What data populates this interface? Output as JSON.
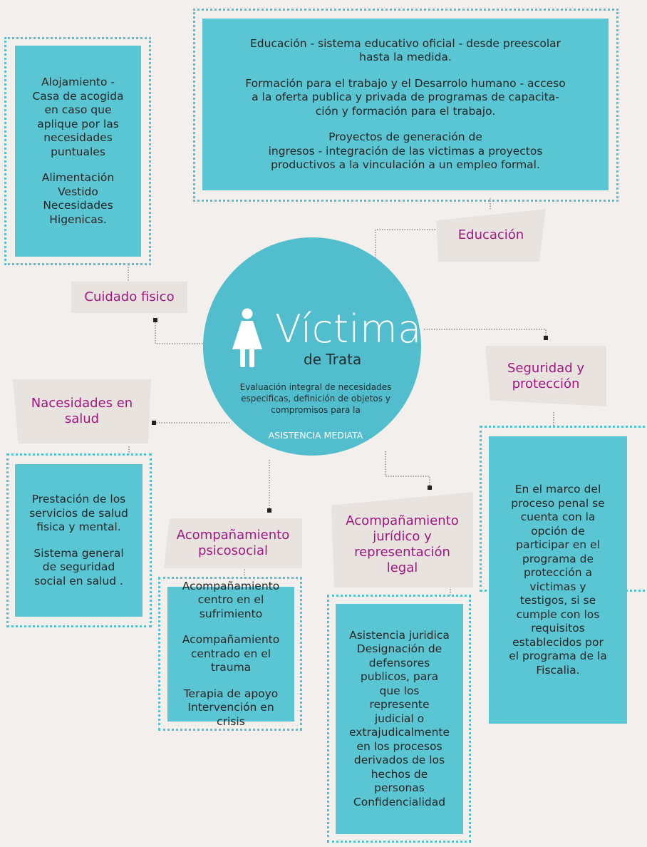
{
  "center": {
    "title": "Víctima",
    "subtitle": "de Trata",
    "description": "Evaluación integral de necesidades\nespecificas, definición de objetos y\ncompromisos para la",
    "highlight": "ASISTENCIA MEDIATA",
    "icon": "woman-icon"
  },
  "nodes": {
    "educacion": {
      "label": "Educación",
      "paragraphs": [
        "Educación - sistema educativo oficial - desde preescolar\nhasta la medida.",
        "Formación para el trabajo y el Desarrolo humano - acceso\na la oferta publica y privada de programas de capacita-\nción y formación para el trabajo.",
        "Proyectos de generación de\ningresos - integración de las victimas a proyectos\nproductivos a la vinculación a un empleo formal."
      ]
    },
    "cuidado": {
      "label": "Cuidado fisico",
      "paragraphs": [
        "Alojamiento -\nCasa de acogida\nen caso que\naplique por las\nnecesidades\npuntuales",
        "Alimentación\nVestido\nNecesidades\nHigenicas."
      ]
    },
    "seguridad": {
      "label": "Seguridad y\nprotección",
      "paragraphs": [
        "En el marco del\nproceso penal se\ncuenta con la\nopción de\nparticipar en el\nprograma de\nprotección a\nvictimas y\ntestigos, si se\ncumple con los\nrequisitos\nestablecidos por\nel programa de la\nFiscalia."
      ]
    },
    "salud": {
      "label": "Nacesidades en\nsalud",
      "paragraphs": [
        "Prestación de los\nservicios de salud\nfisica y mental.",
        "Sistema general\nde seguridad\nsocial en salud ."
      ]
    },
    "psicosocial": {
      "label": "Acompañamiento\npsicosocial",
      "paragraphs": [
        "Acompañamiento\ncentro en el\nsufrimiento",
        "Acompañamiento\ncentrado en el\ntrauma",
        "Terapia de apoyo\nIntervención en\ncrisis"
      ]
    },
    "juridico": {
      "label": "Acompañamiento\njurídico y\nrepresentación\nlegal",
      "paragraphs": [
        "Asistencia juridica\nDesignación de\ndefensores\npublicos, para\nque los\nrepresente\njudicial o\nextrajudicalmente\nen los procesos\nderivados de los\nhechos de\npersonas\nConfidencialidad"
      ]
    }
  },
  "colors": {
    "background": "#f3efec",
    "box": "#5bc6d3",
    "circle": "#52bdcc",
    "dotted_border": "#4fc3d3",
    "label_bg": "#e9e3df",
    "label_text": "#a0177f"
  }
}
